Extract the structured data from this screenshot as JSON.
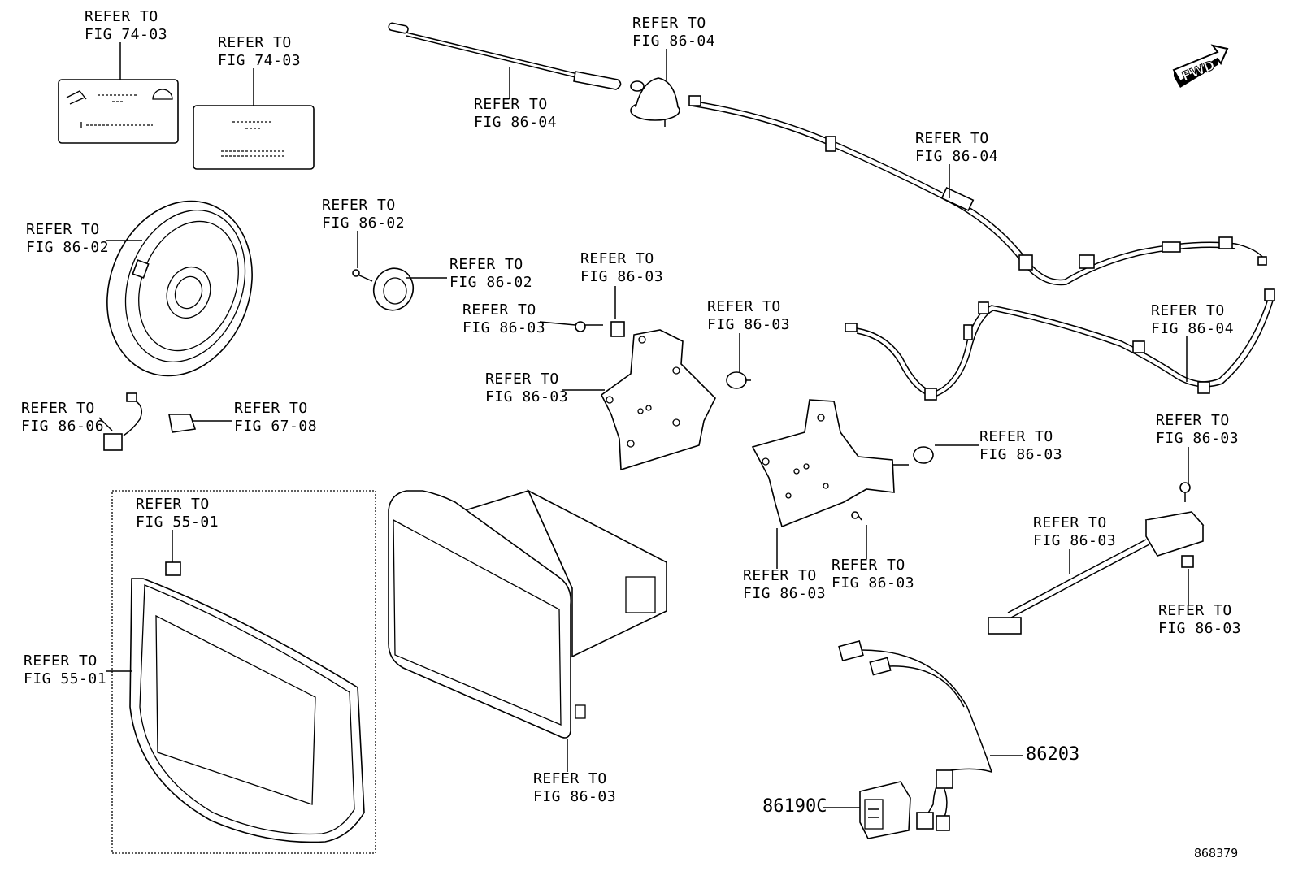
{
  "diagram": {
    "fwd_label": "FWD",
    "illustration_number": "868379",
    "callouts": [
      {
        "line1": "REFER TO",
        "line2": "FIG 74-03"
      },
      {
        "line1": "REFER TO",
        "line2": "FIG 74-03"
      },
      {
        "line1": "REFER TO",
        "line2": "FIG 86-04"
      },
      {
        "line1": "REFER TO",
        "line2": "FIG 86-04"
      },
      {
        "line1": "REFER TO",
        "line2": "FIG 86-04"
      },
      {
        "line1": "REFER TO",
        "line2": "FIG 86-02"
      },
      {
        "line1": "REFER TO",
        "line2": "FIG 86-02"
      },
      {
        "line1": "REFER TO",
        "line2": "FIG 86-02"
      },
      {
        "line1": "REFER TO",
        "line2": "FIG 86-03"
      },
      {
        "line1": "REFER TO",
        "line2": "FIG 86-03"
      },
      {
        "line1": "REFER TO",
        "line2": "FIG 86-03"
      },
      {
        "line1": "REFER TO",
        "line2": "FIG 86-03"
      },
      {
        "line1": "REFER TO",
        "line2": "FIG 86-04"
      },
      {
        "line1": "REFER TO",
        "line2": "FIG 86-06"
      },
      {
        "line1": "REFER TO",
        "line2": "FIG 67-08"
      },
      {
        "line1": "REFER TO",
        "line2": "FIG 86-03"
      },
      {
        "line1": "REFER TO",
        "line2": "FIG 86-03"
      },
      {
        "line1": "REFER TO",
        "line2": "FIG 55-01"
      },
      {
        "line1": "REFER TO",
        "line2": "FIG 86-03"
      },
      {
        "line1": "REFER TO",
        "line2": "FIG 86-03"
      },
      {
        "line1": "REFER TO",
        "line2": "FIG 86-03"
      },
      {
        "line1": "REFER TO",
        "line2": "FIG 86-03"
      },
      {
        "line1": "REFER TO",
        "line2": "FIG 55-01"
      },
      {
        "line1": "REFER TO",
        "line2": "FIG 86-03"
      }
    ],
    "part_numbers": [
      {
        "text": "86203"
      },
      {
        "text": "86190C"
      }
    ]
  }
}
